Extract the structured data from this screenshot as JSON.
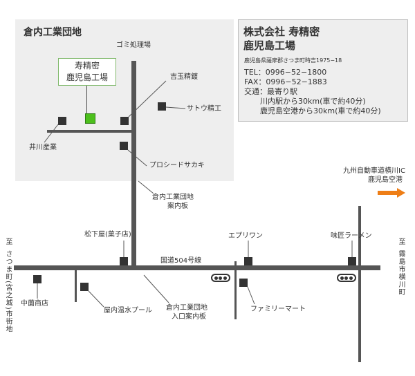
{
  "estate": {
    "title": "倉内工業団地"
  },
  "company": {
    "name_line1": "株式会社 寿精密",
    "name_line2": "鹿児島工場",
    "address": "鹿児島県薩摩郡さつま町時吉1975−18",
    "tel": "TEL：0996−52−1800",
    "fax": "FAX：0996−52−1883",
    "access_label": "交通：最寄り駅",
    "access_1": "川内駅から30km(車で約40分)",
    "access_2": "鹿児島空港から30km(車で約40分)"
  },
  "target": {
    "line1": "寿精密",
    "line2": "鹿児島工場"
  },
  "labels": {
    "gomi": "ゴミ処理場",
    "yoshitama": "吉玉精鍍",
    "sato": "サトウ精工",
    "igawa": "井川産業",
    "proseed": "プロシードサカキ",
    "board1": "倉内工業団地",
    "board1b": "案内板",
    "matsushita": "松下屋(菓子店)",
    "aprilone": "エプリワン",
    "misho": "味匠ラーメン",
    "route": "国道504号線",
    "nakazono": "中薗商店",
    "onsen": "屋内温水プール",
    "board2": "倉内工業団地",
    "board2b": "入口案内板",
    "familymart": "ファミリーマート",
    "expressway1": "九州自動車道横川IC",
    "expressway2": "鹿児島空港",
    "west_to": "至",
    "west_dest": "さつま町(宮之城)市街地",
    "east_to": "至",
    "east_dest": "霧島市横川町"
  },
  "colors": {
    "target": "#4cbf1c",
    "arrow": "#ee7e16",
    "estate_bg": "#eeeeee",
    "road": "#555555"
  },
  "icons": [
    "building-marker",
    "traffic-signal-icon",
    "arrow-right-icon"
  ]
}
